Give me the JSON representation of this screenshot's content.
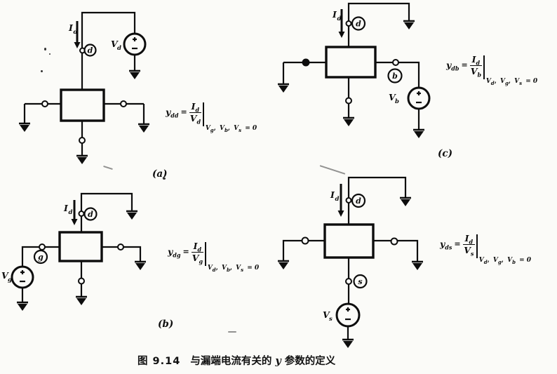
{
  "caption": {
    "figure": "图 9.14",
    "text_before": "与漏端电流有关的",
    "symbol": "y",
    "text_after": "参数的定义"
  },
  "circuits": [
    {
      "id": "a",
      "tag": "(a)",
      "current": {
        "main": "I",
        "sub": "d"
      },
      "nodes": {
        "drain": "d"
      },
      "source": {
        "main": "V",
        "sub": "d"
      },
      "formula": {
        "lhs": "y",
        "lhs_sub": "dd",
        "equals": "=",
        "num": "I",
        "num_sub": "d",
        "den": "V",
        "den_sub": "d",
        "sep": ",",
        "tail": "= 0",
        "conds": [
          {
            "v": "V",
            "sub": "g"
          },
          {
            "v": "V",
            "sub": "b"
          },
          {
            "v": "V",
            "sub": "s"
          }
        ]
      }
    },
    {
      "id": "b",
      "tag": "(b)",
      "current": {
        "main": "I",
        "sub": "d"
      },
      "nodes": {
        "drain": "d",
        "input": "g"
      },
      "source": {
        "main": "V",
        "sub": "g"
      },
      "formula": {
        "lhs": "y",
        "lhs_sub": "dg",
        "equals": "=",
        "num": "I",
        "num_sub": "d",
        "den": "V",
        "den_sub": "g",
        "sep": ",",
        "tail": "= 0",
        "conds": [
          {
            "v": "V",
            "sub": "d"
          },
          {
            "v": "V",
            "sub": "b"
          },
          {
            "v": "V",
            "sub": "s"
          }
        ]
      }
    },
    {
      "id": "c",
      "tag": "(c)",
      "current": {
        "main": "I",
        "sub": "d"
      },
      "nodes": {
        "drain": "d",
        "input": "b"
      },
      "source": {
        "main": "V",
        "sub": "b"
      },
      "formula": {
        "lhs": "y",
        "lhs_sub": "db",
        "equals": "=",
        "num": "I",
        "num_sub": "d",
        "den": "V",
        "den_sub": "b",
        "sep": ",",
        "tail": "= 0",
        "conds": [
          {
            "v": "V",
            "sub": "d"
          },
          {
            "v": "V",
            "sub": "g"
          },
          {
            "v": "V",
            "sub": "s"
          }
        ]
      }
    },
    {
      "id": "d",
      "tag": "",
      "current": {
        "main": "I",
        "sub": "d"
      },
      "nodes": {
        "drain": "d",
        "input": "s"
      },
      "source": {
        "main": "V",
        "sub": "s"
      },
      "formula": {
        "lhs": "y",
        "lhs_sub": "ds",
        "equals": "=",
        "num": "I",
        "num_sub": "d",
        "den": "V",
        "den_sub": "s",
        "sep": ",",
        "tail": "= 0",
        "conds": [
          {
            "v": "V",
            "sub": "d"
          },
          {
            "v": "V",
            "sub": "g"
          },
          {
            "v": "V",
            "sub": "b"
          }
        ]
      }
    }
  ]
}
